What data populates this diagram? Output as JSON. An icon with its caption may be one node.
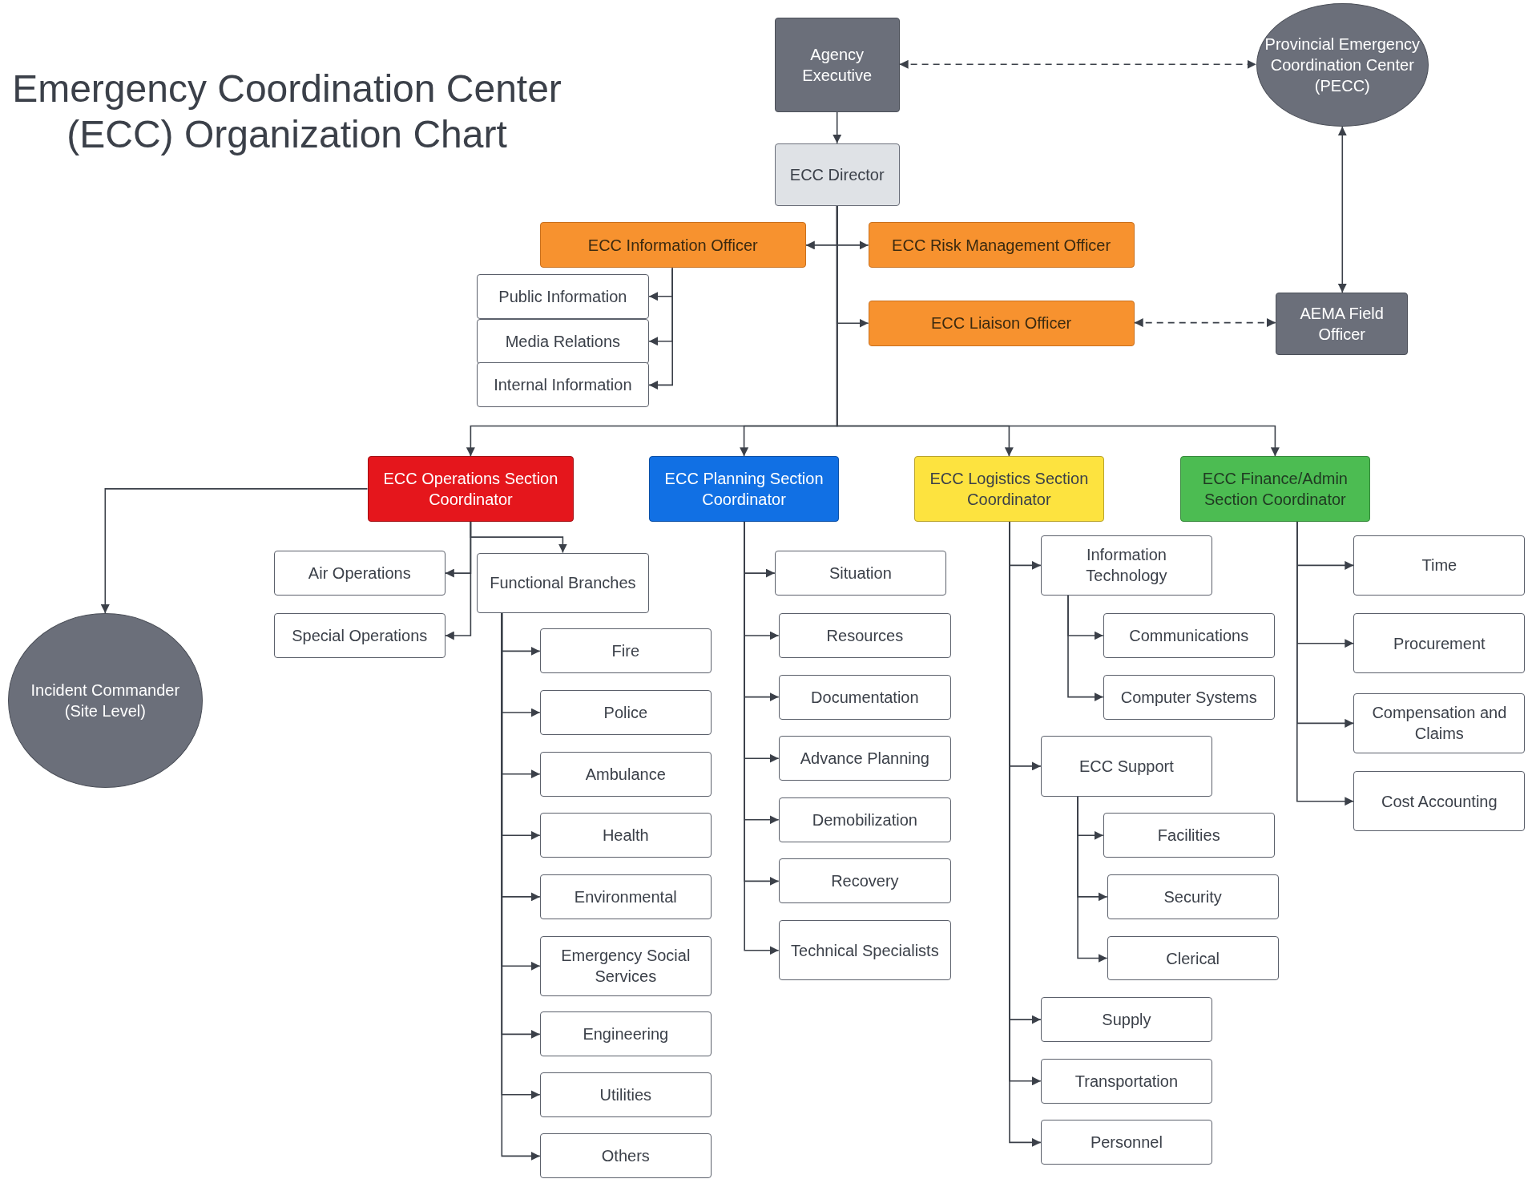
{
  "diagram": {
    "title": "Emergency Coordination Center (ECC) Organization Chart",
    "nodes": [
      {
        "text": [
          "Agency Executive"
        ]
      },
      {
        "text": [
          "Provincial Emergency Coordination Center (PECC)"
        ]
      },
      {
        "text": [
          "ECC Director"
        ]
      },
      {
        "text": [
          "ECC Information Officer"
        ]
      },
      {
        "text": [
          "ECC Risk Management Officer"
        ]
      },
      {
        "text": [
          "Public Information"
        ]
      },
      {
        "text": [
          "Media Relations"
        ]
      },
      {
        "text": [
          "Internal Information"
        ]
      },
      {
        "text": [
          "ECC Liaison Officer"
        ]
      },
      {
        "text": [
          "AEMA Field Officer"
        ]
      },
      {
        "text": [
          "ECC Operations Section Coordinator"
        ]
      },
      {
        "text": [
          "ECC Planning Section Coordinator"
        ]
      },
      {
        "text": [
          "ECC Logistics Section Coordinator"
        ]
      },
      {
        "text": [
          "ECC Finance/Admin Section Coordinator"
        ]
      },
      {
        "text": [
          "Incident Commander (Site Level)"
        ]
      },
      {
        "text": [
          "Air Operations"
        ]
      },
      {
        "text": [
          "Special Operations"
        ]
      },
      {
        "text": [
          "Functional Branches"
        ]
      },
      {
        "text": [
          "Fire"
        ]
      },
      {
        "text": [
          "Police"
        ]
      },
      {
        "text": [
          "Ambulance"
        ]
      },
      {
        "text": [
          "Health"
        ]
      },
      {
        "text": [
          "Environmental"
        ]
      },
      {
        "text": [
          "Emergency Social Services"
        ]
      },
      {
        "text": [
          "Engineering"
        ]
      },
      {
        "text": [
          "Utilities"
        ]
      },
      {
        "text": [
          "Others"
        ]
      },
      {
        "text": [
          "Situation"
        ]
      },
      {
        "text": [
          "Resources"
        ]
      },
      {
        "text": [
          "Documentation"
        ]
      },
      {
        "text": [
          "Advance Planning"
        ]
      },
      {
        "text": [
          "Demobilization"
        ]
      },
      {
        "text": [
          "Recovery"
        ]
      },
      {
        "text": [
          "Technical Specialists"
        ]
      },
      {
        "text": [
          "Information Technology"
        ]
      },
      {
        "text": [
          "Communications"
        ]
      },
      {
        "text": [
          "Computer Systems"
        ]
      },
      {
        "text": [
          "ECC Support"
        ]
      },
      {
        "text": [
          "Facilities"
        ]
      },
      {
        "text": [
          "Security"
        ]
      },
      {
        "text": [
          "Clerical"
        ]
      },
      {
        "text": [
          "Supply"
        ]
      },
      {
        "text": [
          "Transportation"
        ]
      },
      {
        "text": [
          "Personnel"
        ]
      },
      {
        "text": [
          "Time"
        ]
      },
      {
        "text": [
          "Procurement"
        ]
      },
      {
        "text": [
          "Compensation and Claims"
        ]
      },
      {
        "text": [
          "Cost Accounting"
        ]
      }
    ],
    "edges": [
      {
        "from": 0,
        "to": 1,
        "arrow": "both",
        "style": "dashed"
      },
      {
        "from": 0,
        "to": 2,
        "arrow": "to"
      },
      {
        "from": 2,
        "to": 3,
        "arrow": "to"
      },
      {
        "from": 2,
        "to": 4,
        "arrow": "to"
      },
      {
        "from": 2,
        "to": 8,
        "arrow": "to"
      },
      {
        "from": 3,
        "to": 5,
        "arrow": "to"
      },
      {
        "from": 3,
        "to": 6,
        "arrow": "to"
      },
      {
        "from": 3,
        "to": 7,
        "arrow": "to"
      },
      {
        "from": 8,
        "to": 9,
        "arrow": "both",
        "style": "dashed"
      },
      {
        "from": 1,
        "to": 9,
        "arrow": "both"
      },
      {
        "from": 2,
        "to": 10,
        "arrow": "to"
      },
      {
        "from": 2,
        "to": 11,
        "arrow": "to"
      },
      {
        "from": 2,
        "to": 12,
        "arrow": "to"
      },
      {
        "from": 2,
        "to": 13,
        "arrow": "to"
      },
      {
        "from": 10,
        "to": 14,
        "arrow": "to"
      },
      {
        "from": 10,
        "to": 15,
        "arrow": "to"
      },
      {
        "from": 10,
        "to": 16,
        "arrow": "to"
      },
      {
        "from": 10,
        "to": 17,
        "arrow": "to"
      },
      {
        "from": 17,
        "to": 18,
        "arrow": "to"
      },
      {
        "from": 17,
        "to": 19,
        "arrow": "to"
      },
      {
        "from": 17,
        "to": 20,
        "arrow": "to"
      },
      {
        "from": 17,
        "to": 21,
        "arrow": "to"
      },
      {
        "from": 17,
        "to": 22,
        "arrow": "to"
      },
      {
        "from": 17,
        "to": 23,
        "arrow": "to"
      },
      {
        "from": 17,
        "to": 24,
        "arrow": "to"
      },
      {
        "from": 17,
        "to": 25,
        "arrow": "to"
      },
      {
        "from": 17,
        "to": 26,
        "arrow": "to"
      },
      {
        "from": 11,
        "to": 27,
        "arrow": "to"
      },
      {
        "from": 11,
        "to": 28,
        "arrow": "to"
      },
      {
        "from": 11,
        "to": 29,
        "arrow": "to"
      },
      {
        "from": 11,
        "to": 30,
        "arrow": "to"
      },
      {
        "from": 11,
        "to": 31,
        "arrow": "to"
      },
      {
        "from": 11,
        "to": 32,
        "arrow": "to"
      },
      {
        "from": 11,
        "to": 33,
        "arrow": "to"
      },
      {
        "from": 12,
        "to": 34,
        "arrow": "to"
      },
      {
        "from": 34,
        "to": 35,
        "arrow": "to"
      },
      {
        "from": 34,
        "to": 36,
        "arrow": "to"
      },
      {
        "from": 12,
        "to": 37,
        "arrow": "to"
      },
      {
        "from": 37,
        "to": 38,
        "arrow": "to"
      },
      {
        "from": 37,
        "to": 39,
        "arrow": "to"
      },
      {
        "from": 37,
        "to": 40,
        "arrow": "to"
      },
      {
        "from": 12,
        "to": 41,
        "arrow": "to"
      },
      {
        "from": 12,
        "to": 42,
        "arrow": "to"
      },
      {
        "from": 12,
        "to": 43,
        "arrow": "to"
      },
      {
        "from": 13,
        "to": 44,
        "arrow": "to"
      },
      {
        "from": 13,
        "to": 45,
        "arrow": "to"
      },
      {
        "from": 13,
        "to": 46,
        "arrow": "to"
      },
      {
        "from": 13,
        "to": 47,
        "arrow": "to"
      }
    ]
  }
}
